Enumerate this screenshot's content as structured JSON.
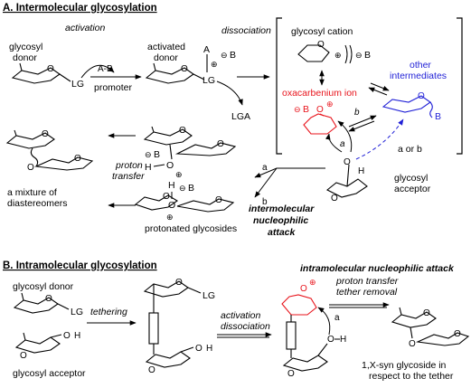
{
  "section_a": {
    "title": "A. Intermolecular glycosylation",
    "activation": "activation",
    "dissociation": "dissociation",
    "glycosyl_donor_1": "glycosyl",
    "glycosyl_donor_2": "donor",
    "lg": "LG",
    "reagent": "A-B",
    "promoter": "promoter",
    "activated_donor_1": "activated",
    "activated_donor_2": "donor",
    "lga": "LGA",
    "glycosyl_cation": "glycosyl cation",
    "oxacarbenium_ion": "oxacarbenium ion",
    "other_intermediates_1": "other",
    "other_intermediates_2": "intermediates",
    "a_or_b": "a or b",
    "glycosyl_acceptor_1": "glycosyl",
    "glycosyl_acceptor_2": "acceptor",
    "proton_transfer_1": "proton",
    "proton_transfer_2": "transfer",
    "mixture_1": "a mixture of",
    "mixture_2": "diastereomers",
    "protonated_glycosides": "protonated glycosides",
    "nucleophilic_1": "intermolecular",
    "nucleophilic_2": "nucleophilic",
    "nucleophilic_3": "attack",
    "path_a": "a",
    "path_b": "b"
  },
  "section_b": {
    "title": "B. Intramolecular glycosylation",
    "glycosyl_donor": "glycosyl donor",
    "glycosyl_acceptor": "glycosyl acceptor",
    "tethering": "tethering",
    "activation": "activation",
    "dissociation": "dissociation",
    "intramolecular_attack": "intramolecular nucleophilic attack",
    "proton_transfer": "proton transfer",
    "tether_removal": "tether removal",
    "syn_glycoside_1": "1,X-syn glycoside in",
    "syn_glycoside_2": "respect to the tether",
    "path_a": "a"
  },
  "atoms": {
    "O": "O",
    "H": "H",
    "B": "B",
    "LG": "LG",
    "A": "A",
    "minus": "⊖",
    "plus": "⊕"
  },
  "colors": {
    "black": "#000000",
    "oxacarbenium_red": "#e8141c",
    "intermediates_blue": "#1f1fd6"
  }
}
